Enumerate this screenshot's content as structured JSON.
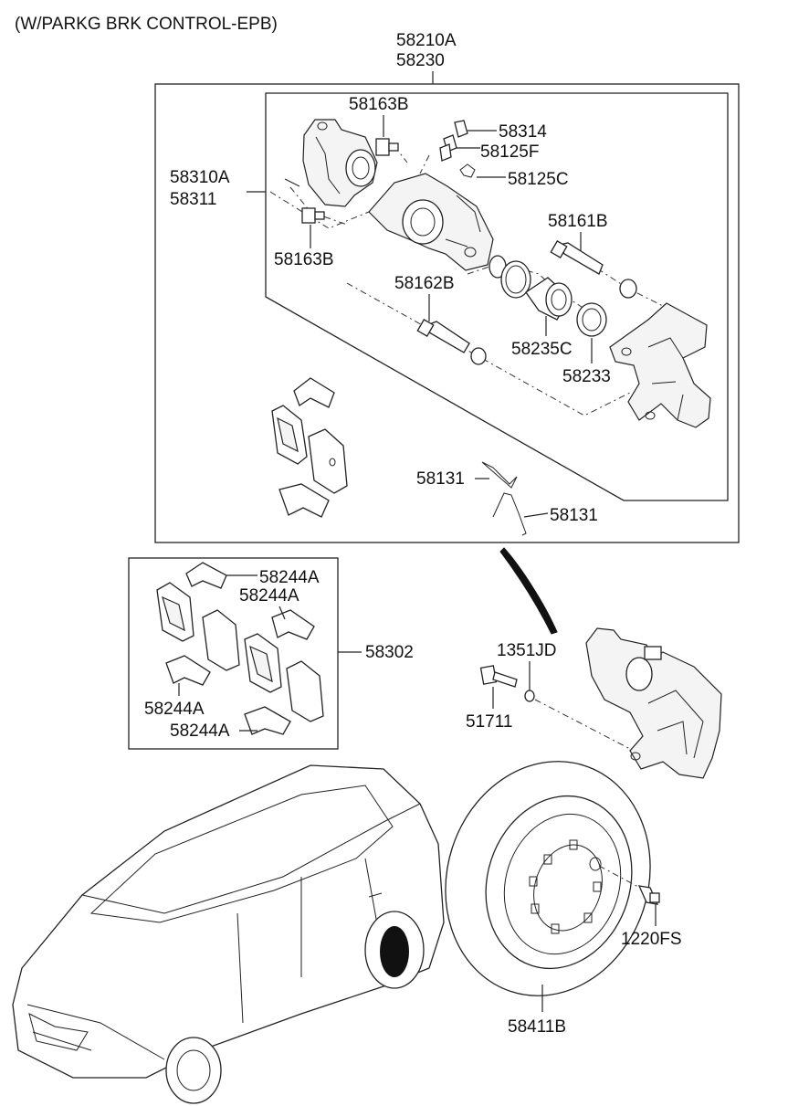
{
  "header": {
    "note": "(W/PARKG BRK CONTROL-EPB)"
  },
  "labels": {
    "assy_a": "58210A",
    "assy_b": "58230",
    "bolt_top": "58163B",
    "bleeder_cap": "58314",
    "bleeder": "58125F",
    "clip_c": "58125C",
    "caliper_a": "58310A",
    "caliper_b": "58311",
    "guide_pin_top": "58161B",
    "bolt_lower": "58163B",
    "guide_pin_lower": "58162B",
    "piston": "58235C",
    "piston_seal": "58233",
    "spring_a": "58131",
    "spring_b": "58131",
    "shim_1": "58244A",
    "shim_2": "58244A",
    "shim_3": "58244A",
    "shim_4": "58244A",
    "pad_kit": "58302",
    "washer": "1351JD",
    "mount_bolt": "51711",
    "hub_screw": "1220FS",
    "disc": "58411B"
  }
}
